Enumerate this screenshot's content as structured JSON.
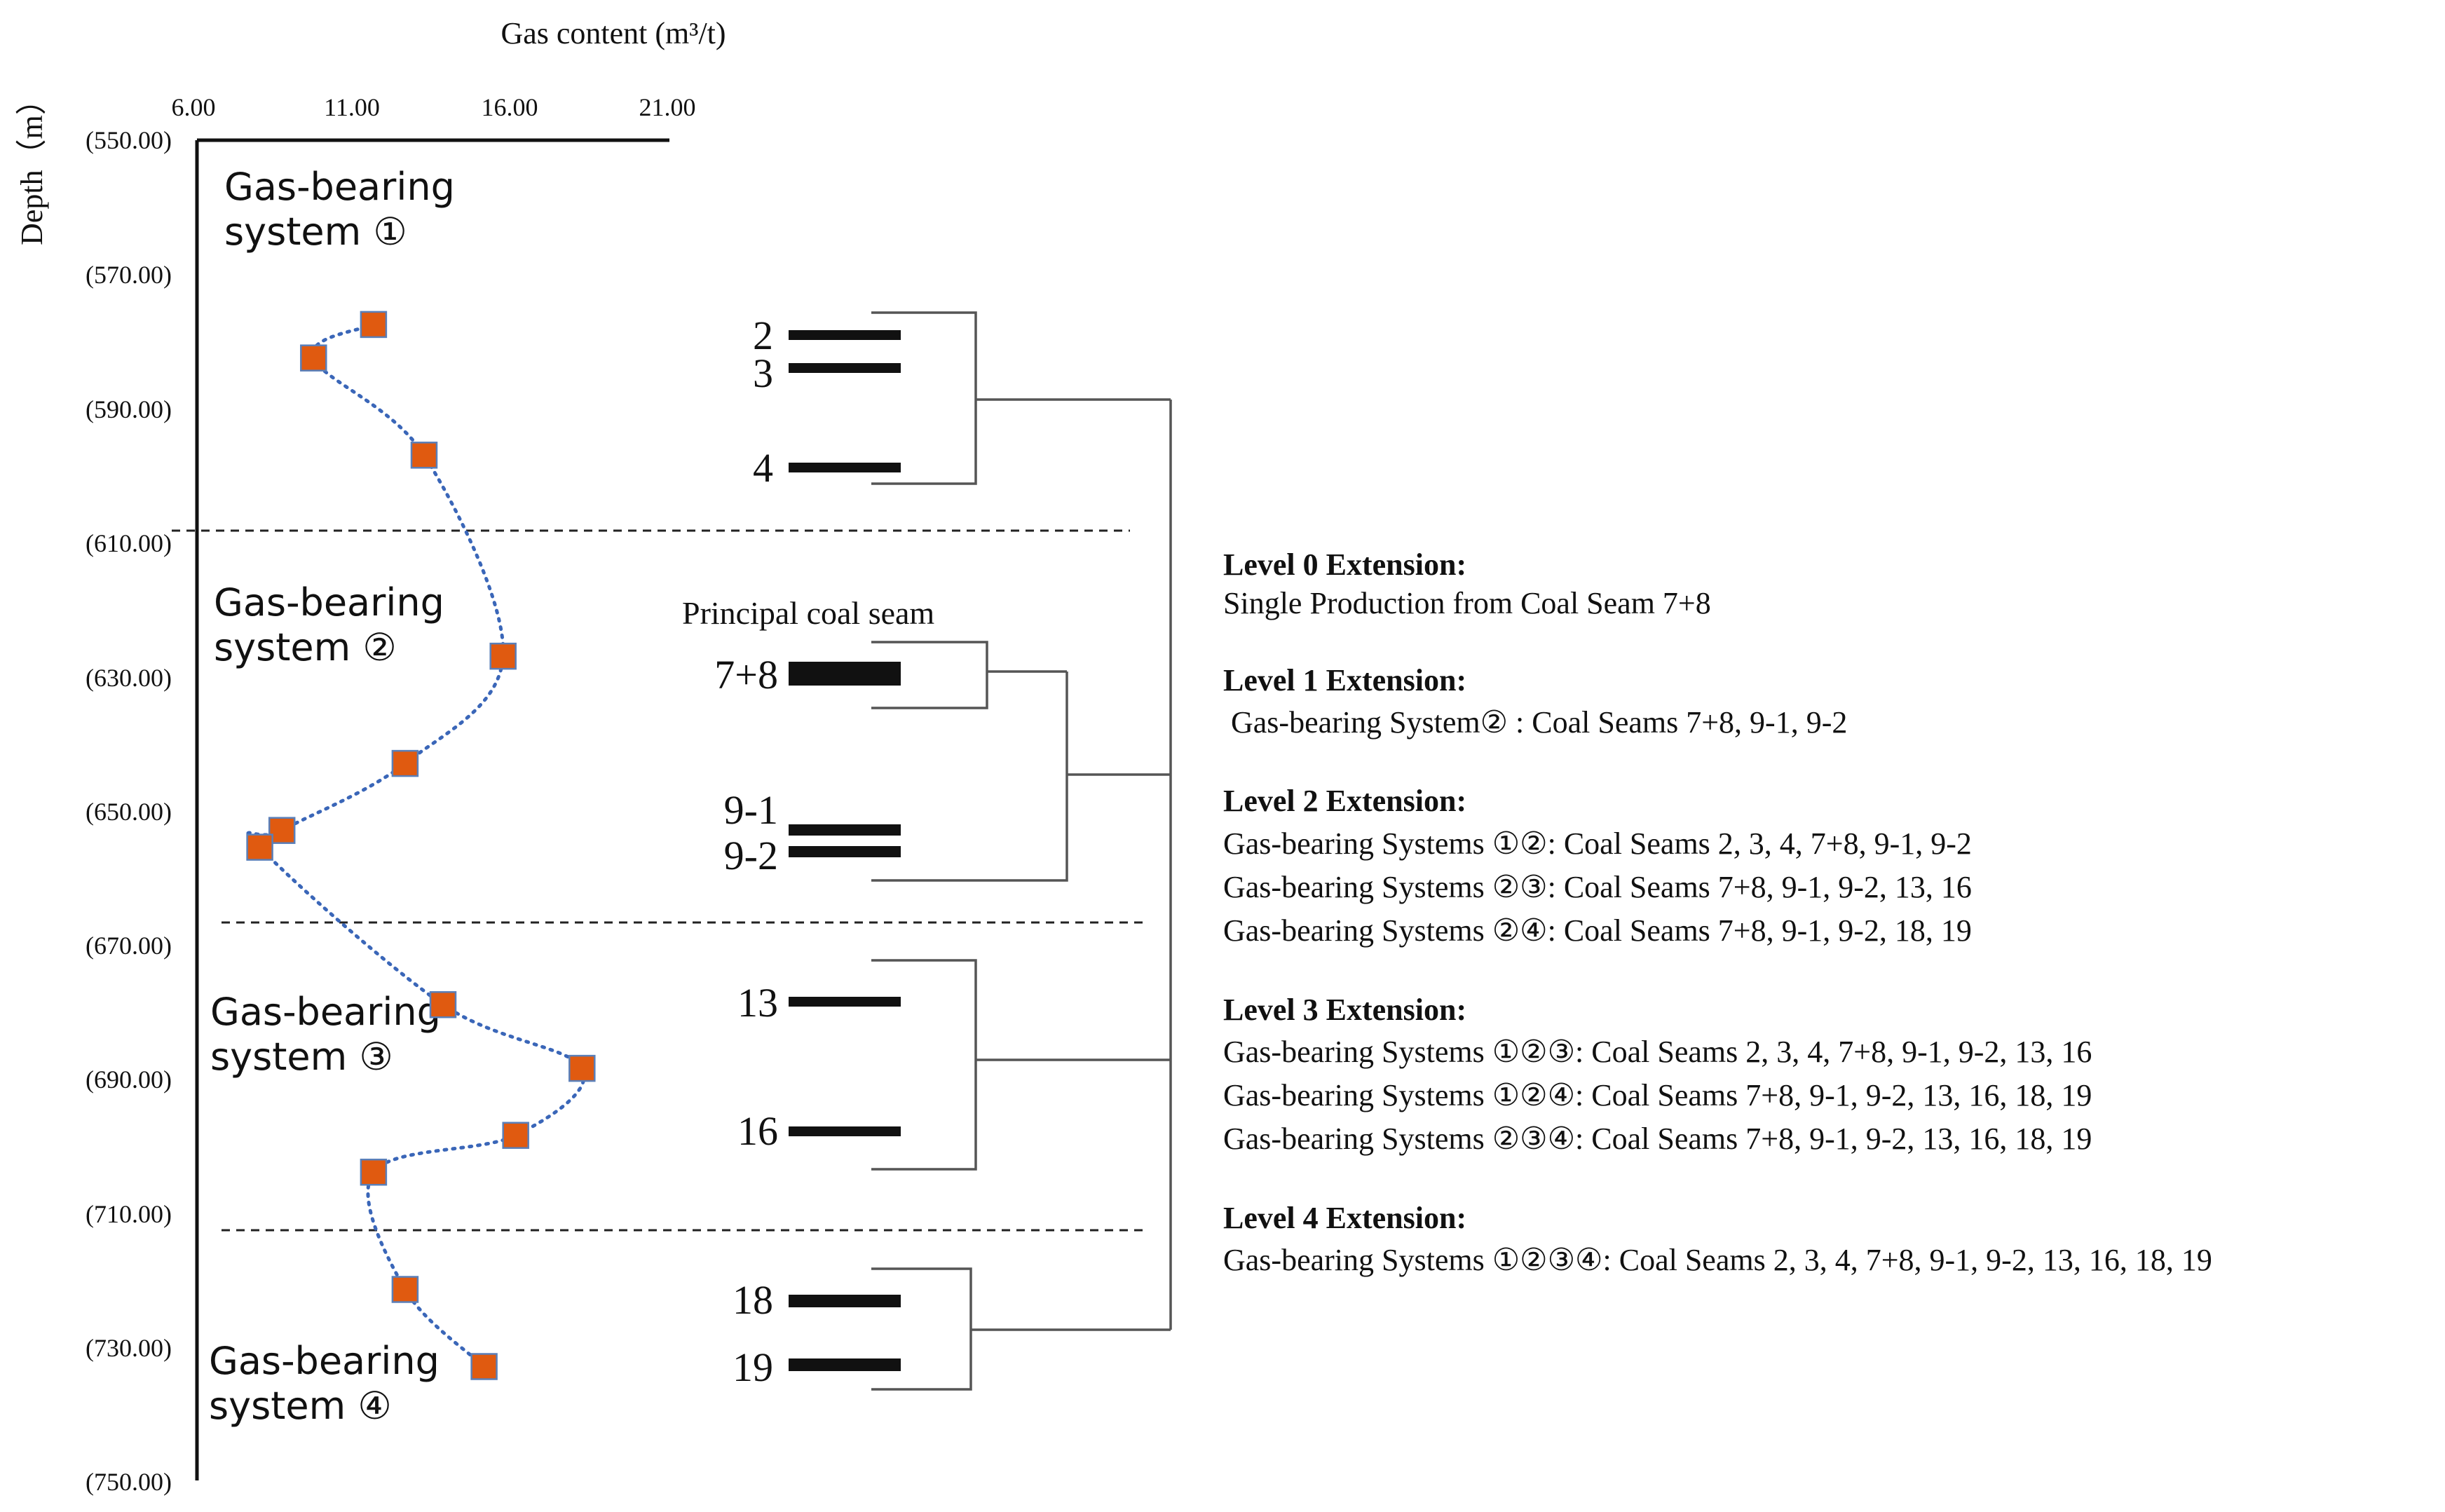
{
  "chart_data": {
    "type": "scatter",
    "title": "",
    "xlabel": "Gas content (m³/t)",
    "ylabel": "Depth（m）",
    "xlim": [
      6,
      21
    ],
    "ylim": [
      550,
      750
    ],
    "x_ticks": [
      "6.00",
      "11.00",
      "16.00",
      "21.00"
    ],
    "y_ticks": [
      "(550.00)",
      "(570.00)",
      "(590.00)",
      "(610.00)",
      "(630.00)",
      "(650.00)",
      "(670.00)",
      "(690.00)",
      "(710.00)",
      "(730.00)",
      "(750.00)"
    ],
    "y_tick_values": [
      550,
      570,
      590,
      610,
      630,
      650,
      670,
      690,
      710,
      730,
      750
    ],
    "x_tick_values": [
      6,
      11,
      16,
      21
    ],
    "points": [
      {
        "x": 11.7,
        "y": 577.5
      },
      {
        "x": 9.8,
        "y": 582.5
      },
      {
        "x": 13.3,
        "y": 597.0
      },
      {
        "x": 15.8,
        "y": 627.0
      },
      {
        "x": 12.7,
        "y": 643.0
      },
      {
        "x": 8.8,
        "y": 653.0
      },
      {
        "x": 8.1,
        "y": 655.5
      },
      {
        "x": 13.9,
        "y": 679.0
      },
      {
        "x": 18.3,
        "y": 688.5
      },
      {
        "x": 16.2,
        "y": 698.5
      },
      {
        "x": 11.7,
        "y": 704.0
      },
      {
        "x": 12.7,
        "y": 721.5
      },
      {
        "x": 15.2,
        "y": 733.0
      }
    ],
    "system_boundaries_depth": [
      608,
      666,
      712
    ],
    "marker_color": "#e05a10",
    "line_color": "#3a66b8"
  },
  "systems": [
    "Gas-bearing\nsystem ①",
    "Gas-bearing\nsystem ②",
    "Gas-bearing\nsystem ③",
    "Gas-bearing\nsystem ④"
  ],
  "principal_label": "Principal coal seam",
  "seams": [
    "2",
    "3",
    "4",
    "7+8",
    "9-1",
    "9-2",
    "13",
    "16",
    "18",
    "19"
  ],
  "levels": [
    {
      "head": "Level 0 Extension:",
      "items": [
        "Single Production from Coal Seam 7+8"
      ]
    },
    {
      "head": "Level 1 Extension:",
      "items": [
        " Gas-bearing System② : Coal Seams 7+8, 9-1, 9-2"
      ]
    },
    {
      "head": "Level 2 Extension:",
      "items": [
        "Gas-bearing Systems ①②: Coal Seams 2, 3, 4, 7+8, 9-1, 9-2",
        "Gas-bearing Systems ②③: Coal Seams 7+8, 9-1, 9-2, 13, 16",
        "Gas-bearing Systems ②④: Coal Seams 7+8, 9-1, 9-2, 18, 19"
      ]
    },
    {
      "head": "Level 3 Extension:",
      "items": [
        "Gas-bearing Systems ①②③: Coal Seams 2, 3, 4, 7+8, 9-1, 9-2, 13, 16",
        "Gas-bearing Systems ①②④: Coal Seams 7+8, 9-1, 9-2, 13, 16, 18, 19",
        "Gas-bearing Systems ②③④: Coal Seams 7+8, 9-1, 9-2, 13, 16, 18, 19"
      ]
    },
    {
      "head": "Level 4 Extension:",
      "items": [
        "Gas-bearing Systems ①②③④: Coal Seams 2, 3, 4, 7+8, 9-1, 9-2, 13, 16, 18, 19"
      ]
    }
  ]
}
